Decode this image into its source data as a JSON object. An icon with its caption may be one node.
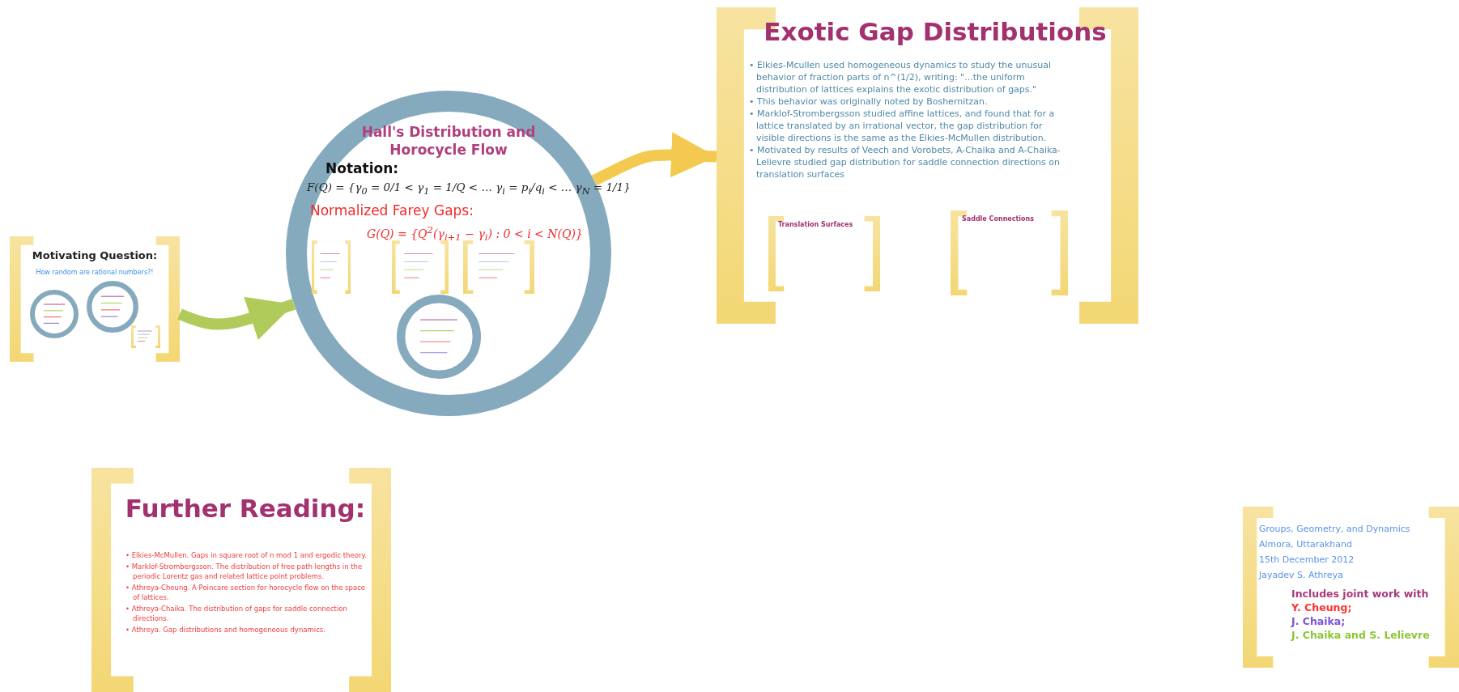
{
  "diagram": {
    "nodes": [
      {
        "text": [
          "Motivating Question:",
          "How random are rational numbers?!"
        ]
      },
      {
        "text": [],
        "shape": "circle",
        "in": 0
      },
      {
        "text": [],
        "shape": "circle",
        "in": 0
      },
      {
        "text": [],
        "shape": "box",
        "in": 0
      },
      {
        "text": [
          "Hall's Distribution and Horocycle Flow",
          "Notation:",
          "F(Q) = {γ$_{0}$ = 0/1 < γ$_{1}$ = 1/Q < … γ$_{i}$ = p$_{i}$/q$_{i}$ < … γ$_{N}$ = 1/1}",
          "Normalized Farey Gaps:",
          "G(Q) = {Q$^{2}$(γ$_{i+1}$ − γ$_{i}$) : 0 < i < N(Q)}"
        ]
      },
      {
        "text": [],
        "shape": "box",
        "in": 4
      },
      {
        "text": [],
        "shape": "box",
        "in": 4
      },
      {
        "text": [],
        "shape": "box",
        "in": 4
      },
      {
        "text": [],
        "shape": "circle",
        "in": 4
      },
      {
        "text": [
          "Exotic Gap Distributions",
          "• Elkies-Mcullen used homogeneous dynamics to study the unusual behavior of fraction parts of n^(1/2), writing: \"...the uniform distribution of lattices explains the exotic distribution of gaps.\"",
          "• This behavior was originally noted by Boshernitzan.",
          "• Marklof-Strombergsson studied affine lattices, and found that for a lattice translated by an irrational vector, the gap distribution for visible directions is the same as the Elkies-McMullen distribution.",
          "• Motivated by results of Veech and Vorobets, A-Chaika and A-Chaika-Lelievre studied gap distribution for saddle connection directions on translation surfaces"
        ]
      },
      {
        "text": [
          "Translation Surfaces"
        ],
        "in": 9
      },
      {
        "text": [
          "Saddle Connections"
        ],
        "in": 9
      },
      {
        "text": [
          "Further Reading:",
          "• Elkies-McMullen. Gaps in square root of n mod 1 and ergodic theory.",
          "• Marklof-Strombergsson. The distribution of free path lengths in the periodic Lorentz gas and related lattice point problems.",
          "• Athreya-Cheung. A Poincare section for horocycle flow on the space of lattices.",
          "• Athreya-Chaika. The distribution of gaps for saddle connection directions.",
          "• Athreya. Gap distributions and homogeneous dynamics."
        ]
      },
      {
        "text": [
          "Groups, Geometry, and Dynamics",
          "Almora, Uttarakhand",
          "15th December 2012",
          "Jayadev S. Athreya",
          "Includes joint work with",
          "Y. Cheung;",
          "J. Chaika;",
          "J. Chaika and S. Lelievre"
        ]
      }
    ],
    "edges": [
      {
        "from": 0,
        "to": 4,
        "arrow": "to",
        "color": "#a9c64a"
      },
      {
        "from": 4,
        "to": 9,
        "arrow": "to",
        "color": "#f2c53d"
      }
    ]
  }
}
